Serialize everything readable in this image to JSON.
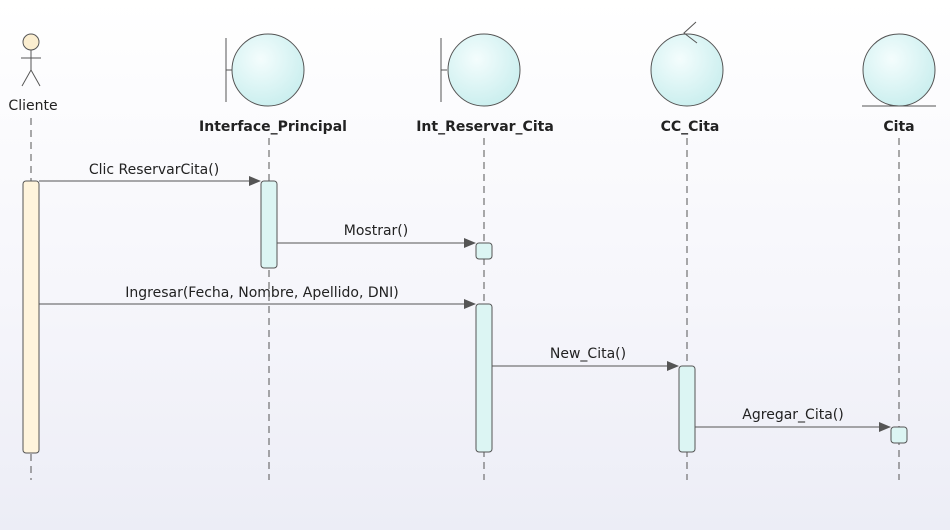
{
  "diagram": {
    "participants": [
      {
        "id": "cliente",
        "type": "actor",
        "label": "Cliente"
      },
      {
        "id": "interface_principal",
        "type": "boundary",
        "label": "Interface_Principal"
      },
      {
        "id": "int_reservar_cita",
        "type": "boundary",
        "label": "Int_Reservar_Cita"
      },
      {
        "id": "cc_cita",
        "type": "control",
        "label": "CC_Cita"
      },
      {
        "id": "cita",
        "type": "entity",
        "label": "Cita"
      }
    ],
    "messages": [
      {
        "from": "cliente",
        "to": "interface_principal",
        "label": "Clic ReservarCita()"
      },
      {
        "from": "interface_principal",
        "to": "int_reservar_cita",
        "label": "Mostrar()"
      },
      {
        "from": "cliente",
        "to": "int_reservar_cita",
        "label": "Ingresar(Fecha, Nombre, Apellido, DNI)"
      },
      {
        "from": "int_reservar_cita",
        "to": "cc_cita",
        "label": "New_Cita()"
      },
      {
        "from": "cc_cita",
        "to": "cita",
        "label": "Agregar_Cita()"
      }
    ],
    "colors": {
      "object_fill": "#d8f3f3",
      "actor_activation_fill": "#fff4dc",
      "activation_fill": "#dcf5f3",
      "line": "#555555"
    }
  }
}
